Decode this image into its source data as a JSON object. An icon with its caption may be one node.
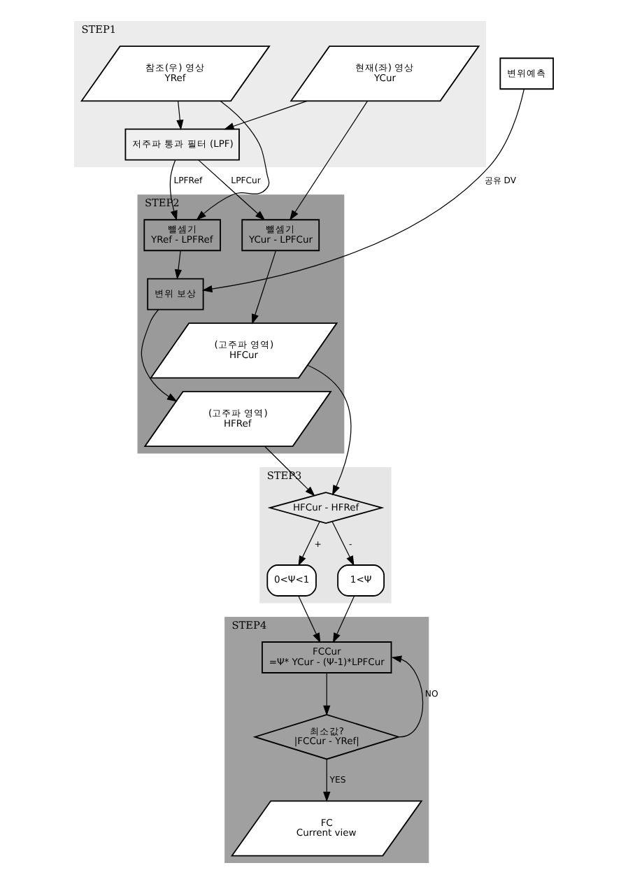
{
  "diagram": {
    "nodes": [
      {
        "text": [
          "STEP1"
        ]
      },
      {
        "text": [
          "현재(좌) 영상",
          "YCur"
        ],
        "in": 0
      },
      {
        "text": [
          "참조(우) 영상",
          "YRef"
        ],
        "in": 0
      },
      {
        "text": [
          "저주파 통과 필터 (LPF)"
        ],
        "in": 0
      },
      {
        "text": [
          "STEP2"
        ]
      },
      {
        "text": [
          "뺄셈기",
          "YCur - LPFCur"
        ],
        "in": 4
      },
      {
        "text": [
          "뺄셈기",
          "YRef - LPFRef"
        ],
        "in": 4
      },
      {
        "text": [
          "변위 보상"
        ],
        "in": 4
      },
      {
        "text": [
          "(고주파 영역)",
          "HFCur"
        ],
        "in": 4
      },
      {
        "text": [
          "(고주파 영역)",
          "HFRef"
        ],
        "in": 4
      },
      {
        "text": [
          "변위예측"
        ]
      },
      {
        "text": [
          "STEP3"
        ]
      },
      {
        "text": [
          "HFCur - HFRef"
        ],
        "in": 11
      },
      {
        "text": [
          "0<Ψ<1"
        ],
        "in": 11
      },
      {
        "text": [
          "1<Ψ"
        ],
        "in": 11
      },
      {
        "text": [
          "STEP4"
        ]
      },
      {
        "text": [
          "FCCur",
          "=Ψ* YCur - (Ψ-1)*LPFCur"
        ],
        "in": 15
      },
      {
        "text": [
          "최소값?",
          "|FCCur - YRef|"
        ],
        "in": 15
      },
      {
        "text": [
          "FC",
          "Current view"
        ],
        "in": 15
      }
    ],
    "edges": [
      {
        "from": 1,
        "to": 3,
        "arrow": "to"
      },
      {
        "from": 2,
        "to": 3,
        "arrow": "to"
      },
      {
        "from": 1,
        "to": 5,
        "arrow": "to"
      },
      {
        "from": 2,
        "to": 6,
        "arrow": "to"
      },
      {
        "from": 3,
        "to": 5,
        "arrow": "to",
        "label": "LPFCur"
      },
      {
        "from": 3,
        "to": 6,
        "arrow": "to",
        "label": "LPFRef"
      },
      {
        "from": 5,
        "to": 8,
        "arrow": "to"
      },
      {
        "from": 6,
        "to": 7,
        "arrow": "to"
      },
      {
        "from": 10,
        "to": 7,
        "arrow": "to",
        "label": "공유 DV"
      },
      {
        "from": 7,
        "to": 9,
        "arrow": "to"
      },
      {
        "from": 8,
        "to": 12,
        "arrow": "to"
      },
      {
        "from": 9,
        "to": 12,
        "arrow": "to"
      },
      {
        "from": 12,
        "to": 13,
        "arrow": "to",
        "label": "+"
      },
      {
        "from": 12,
        "to": 14,
        "arrow": "to",
        "label": "-"
      },
      {
        "from": 13,
        "to": 16,
        "arrow": "to"
      },
      {
        "from": 14,
        "to": 16,
        "arrow": "to"
      },
      {
        "from": 16,
        "to": 17,
        "arrow": "to"
      },
      {
        "from": 17,
        "to": 16,
        "arrow": "to",
        "label": "NO"
      },
      {
        "from": 17,
        "to": 18,
        "arrow": "to",
        "label": "YES"
      }
    ]
  }
}
